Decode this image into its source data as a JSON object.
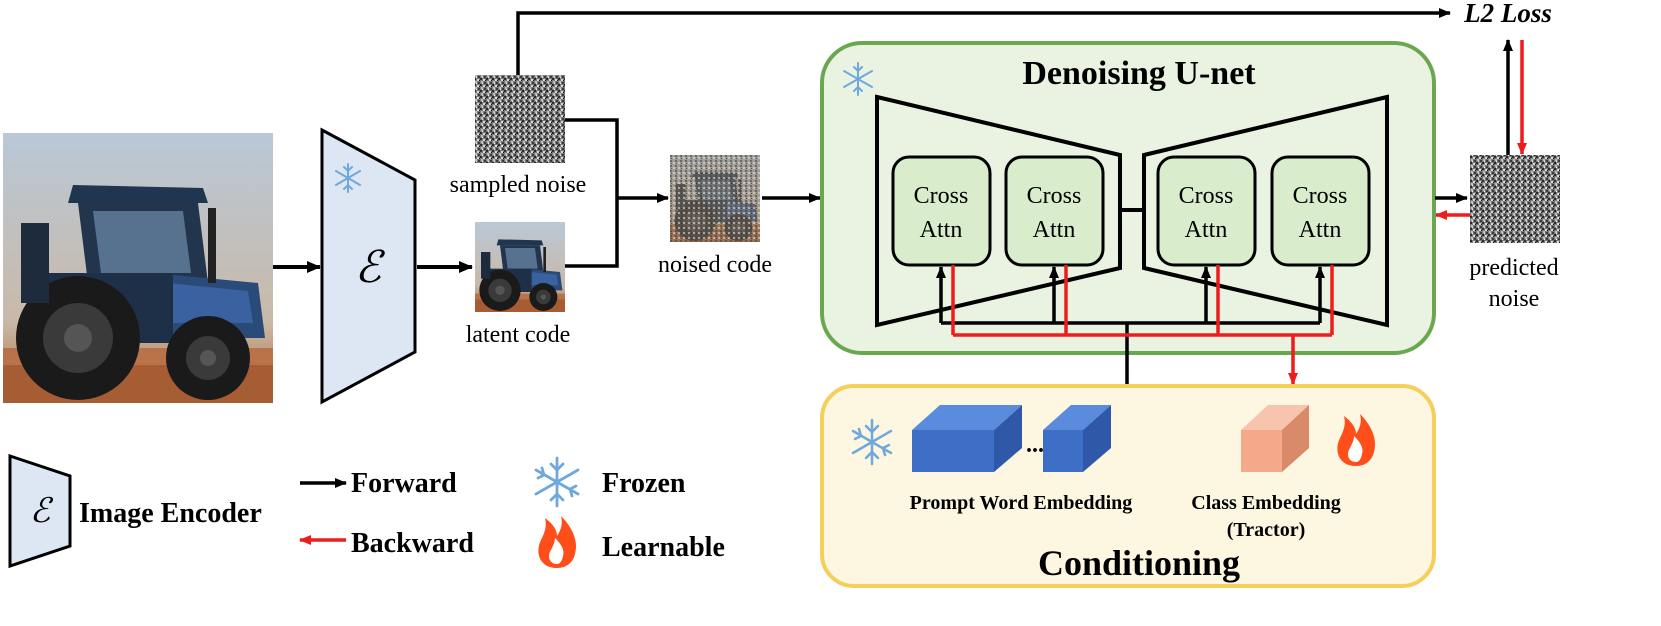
{
  "labels": {
    "l2_loss": "L2 Loss",
    "sampled_noise": "sampled noise",
    "latent_code": "latent code",
    "noised_code": "noised code",
    "predicted_noise_1": "predicted",
    "predicted_noise_2": "noise",
    "encoder_symbol": "ℰ"
  },
  "unet": {
    "title": "Denoising U-net",
    "blocks": [
      {
        "line1": "Cross",
        "line2": "Attn"
      },
      {
        "line1": "Cross",
        "line2": "Attn"
      },
      {
        "line1": "Cross",
        "line2": "Attn"
      },
      {
        "line1": "Cross",
        "line2": "Attn"
      }
    ]
  },
  "conditioning": {
    "title": "Conditioning",
    "prompt_label": "Prompt Word Embedding",
    "ellipsis": "...",
    "class_label_1": "Class Embedding",
    "class_label_2": "(Tractor)"
  },
  "legend": {
    "encoder_label": "Image Encoder",
    "forward": "Forward",
    "backward": "Backward",
    "frozen": "Frozen",
    "learnable": "Learnable"
  },
  "colors": {
    "forward": "#000000",
    "backward": "#ee1c1c",
    "unet_border": "#6aa84f",
    "unet_fill": "#eaf3e1",
    "cond_border": "#f5cf5a",
    "cond_fill": "#fdf6e0",
    "encoder_fill": "#dce7f3",
    "snowflake": "#6fa8dc",
    "flame": "#ff4e1a",
    "prompt_emb": "#3e6fc7",
    "class_emb": "#f4a98a"
  }
}
